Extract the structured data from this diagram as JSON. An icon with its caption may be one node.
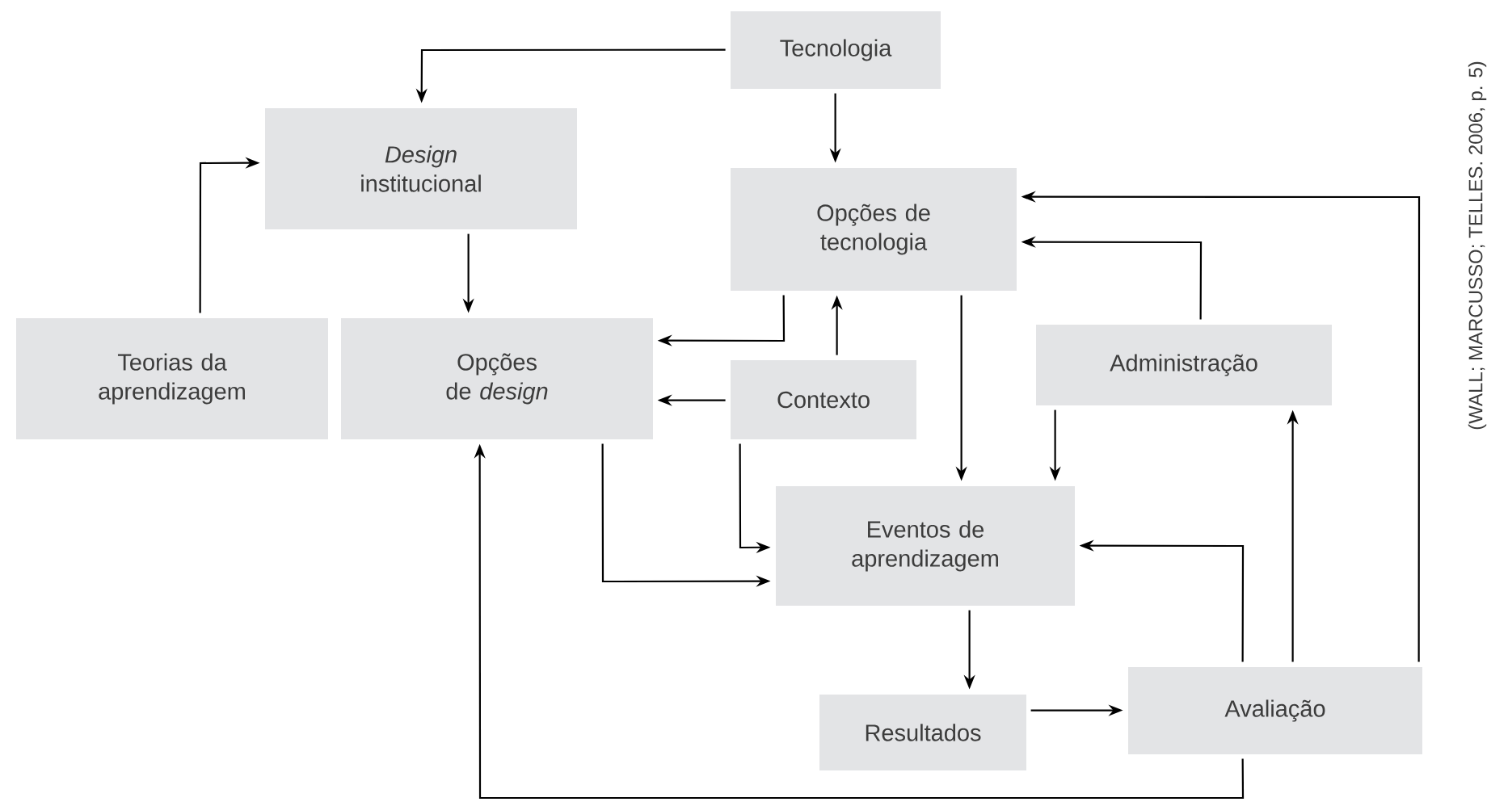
{
  "diagram": {
    "nodes": [
      {
        "text": [
          "Tecnologia"
        ]
      },
      {
        "text": [
          "*Design* institucional"
        ]
      },
      {
        "text": [
          "Teorias da aprendizagem"
        ]
      },
      {
        "text": [
          "Opções de *design*"
        ]
      },
      {
        "text": [
          "Opções de tecnologia"
        ]
      },
      {
        "text": [
          "Contexto"
        ]
      },
      {
        "text": [
          "Administração"
        ]
      },
      {
        "text": [
          "Eventos de aprendizagem"
        ]
      },
      {
        "text": [
          "Resultados"
        ]
      },
      {
        "text": [
          "Avaliação"
        ]
      }
    ],
    "edges": [
      {
        "from": 0,
        "to": 1,
        "arrow": "to"
      },
      {
        "from": 0,
        "to": 4,
        "arrow": "to"
      },
      {
        "from": 2,
        "to": 1,
        "arrow": "to"
      },
      {
        "from": 1,
        "to": 3,
        "arrow": "to"
      },
      {
        "from": 4,
        "to": 3,
        "arrow": "to"
      },
      {
        "from": 5,
        "to": 3,
        "arrow": "to"
      },
      {
        "from": 5,
        "to": 4,
        "arrow": "to"
      },
      {
        "from": 3,
        "to": 7,
        "arrow": "to"
      },
      {
        "from": 5,
        "to": 7,
        "arrow": "to"
      },
      {
        "from": 4,
        "to": 7,
        "arrow": "to"
      },
      {
        "from": 6,
        "to": 7,
        "arrow": "to"
      },
      {
        "from": 6,
        "to": 4,
        "arrow": "to"
      },
      {
        "from": 9,
        "to": 4,
        "arrow": "to"
      },
      {
        "from": 9,
        "to": 6,
        "arrow": "to"
      },
      {
        "from": 9,
        "to": 7,
        "arrow": "to"
      },
      {
        "from": 7,
        "to": 8,
        "arrow": "to"
      },
      {
        "from": 8,
        "to": 9,
        "arrow": "to"
      },
      {
        "from": 9,
        "to": 3,
        "arrow": "to"
      }
    ],
    "labels": [
      "(WALL; MARCUSSO; TELLES. 2006, p. 5)"
    ]
  }
}
